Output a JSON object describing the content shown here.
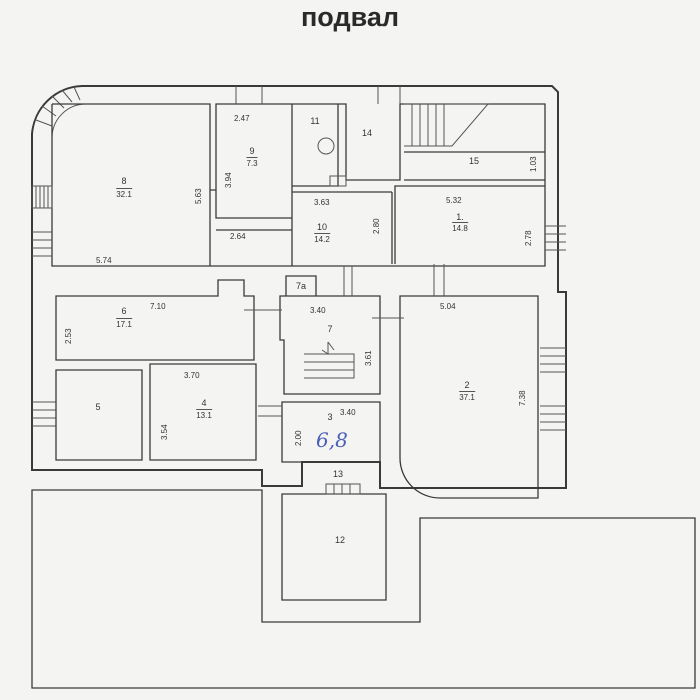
{
  "title": "подвал",
  "rooms": [
    {
      "id": "r8",
      "number": "8",
      "area": "32.1"
    },
    {
      "id": "r9",
      "number": "9",
      "area": "7.3"
    },
    {
      "id": "r11",
      "number": "11",
      "area": ""
    },
    {
      "id": "r14",
      "number": "14",
      "area": ""
    },
    {
      "id": "r15",
      "number": "15",
      "area": ""
    },
    {
      "id": "r10",
      "number": "10",
      "area": "14.2"
    },
    {
      "id": "r1",
      "number": "1.",
      "area": "14.8"
    },
    {
      "id": "r6",
      "number": "6",
      "area": "17.1"
    },
    {
      "id": "r7a",
      "number": "7a",
      "area": ""
    },
    {
      "id": "r7",
      "number": "7",
      "area": ""
    },
    {
      "id": "r2",
      "number": "2",
      "area": "37.1"
    },
    {
      "id": "r5",
      "number": "5",
      "area": ""
    },
    {
      "id": "r4",
      "number": "4",
      "area": "13.1"
    },
    {
      "id": "r3",
      "number": "3",
      "area": ""
    },
    {
      "id": "r13",
      "number": "13",
      "area": ""
    },
    {
      "id": "r12",
      "number": "12",
      "area": ""
    }
  ],
  "dimensions": [
    "2.47",
    "3.94",
    "5.63",
    "5.74",
    "3.63",
    "2.64",
    "2.80",
    "5.32",
    "2.78",
    "1.03",
    "7.10",
    "2.53",
    "3.40",
    "3.61",
    "5.04",
    "7.38",
    "3.70",
    "3.54",
    "3.40",
    "2.00"
  ],
  "handwritten_note": "6,8"
}
